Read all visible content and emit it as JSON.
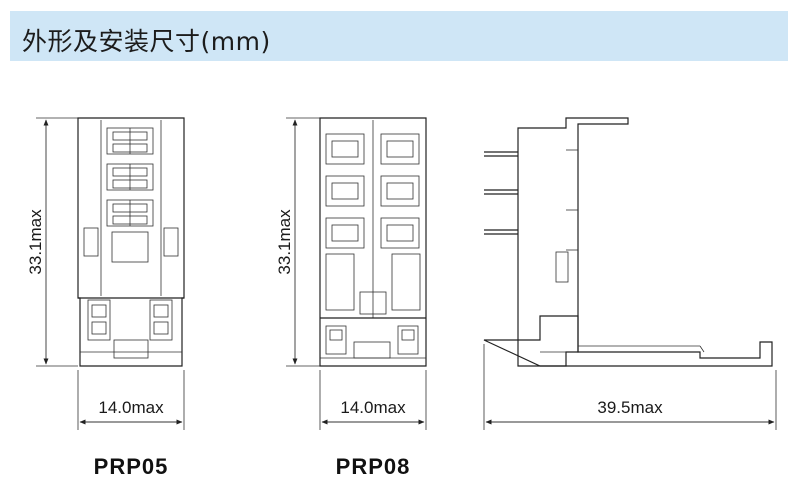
{
  "header": {
    "title": "外形及安装尺寸(mm)",
    "background": "#cfe6f6"
  },
  "drawings": {
    "prp05": {
      "height_label": "33.1max",
      "width_label": "14.0max",
      "model": "PRP05"
    },
    "prp08": {
      "height_label": "33.1max",
      "width_label": "14.0max",
      "model": "PRP08"
    },
    "side": {
      "length_label": "39.5max"
    }
  }
}
